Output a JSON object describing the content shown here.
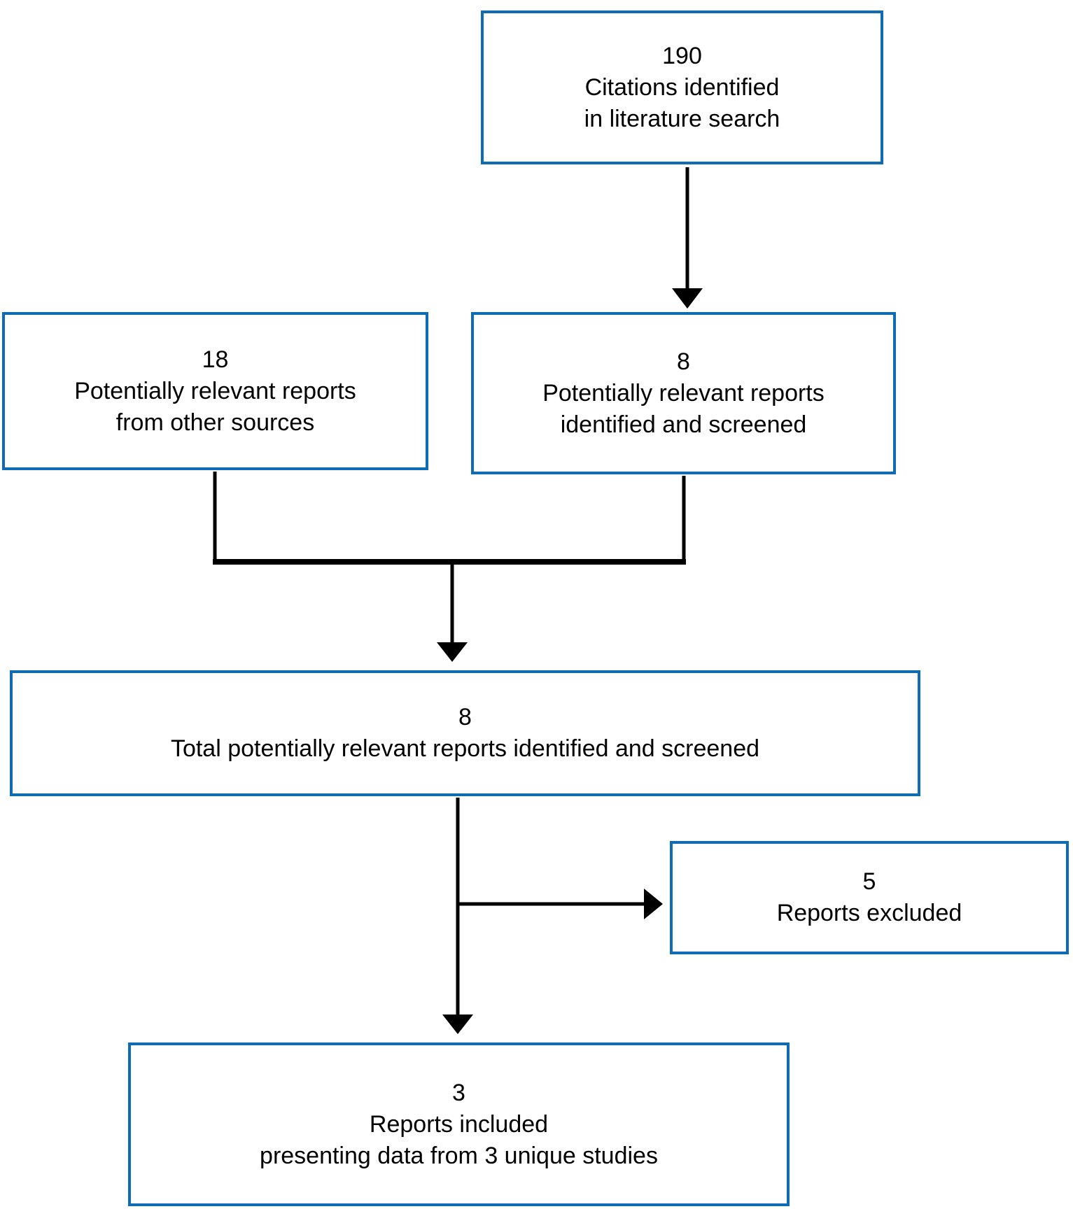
{
  "colors": {
    "box_border": "#0f6cb4",
    "connector": "#000000",
    "text": "#000000",
    "background": "#ffffff"
  },
  "boxes": {
    "citations": {
      "count": "190",
      "line1": "Citations identified",
      "line2": "in literature search"
    },
    "other_sources": {
      "count": "18",
      "line1": "Potentially relevant reports",
      "line2": "from other sources"
    },
    "identified": {
      "count": "8",
      "line1": "Potentially relevant reports",
      "line2": "identified and screened"
    },
    "total": {
      "count": "8",
      "line1": "Total potentially relevant reports identified and screened",
      "line2": ""
    },
    "excluded": {
      "count": "5",
      "line1": "Reports excluded",
      "line2": ""
    },
    "included": {
      "count": "3",
      "line1": "Reports included",
      "line2": "presenting data from 3 unique studies"
    }
  }
}
